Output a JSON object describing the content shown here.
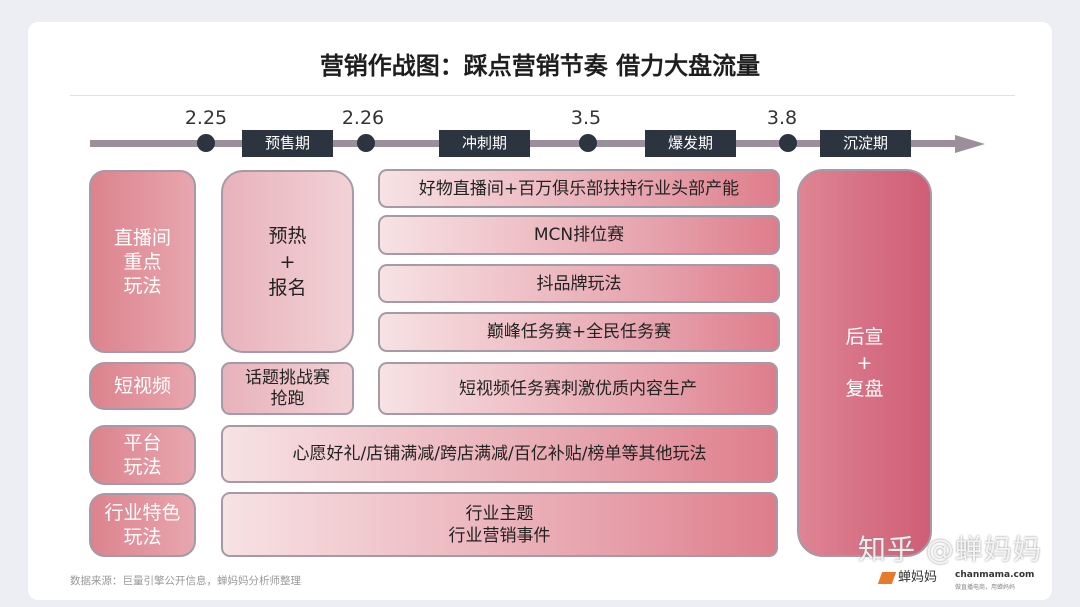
{
  "title": "营销作战图：踩点营销节奏 借力大盘流量",
  "timeline": {
    "dates": [
      "2.25",
      "2.26",
      "3.5",
      "3.8"
    ],
    "phases": [
      "预售期",
      "冲刺期",
      "爆发期",
      "沉淀期"
    ]
  },
  "categories": {
    "live": [
      "直播间",
      "重点",
      "玩法"
    ],
    "video": "短视频",
    "platform": [
      "平台",
      "玩法"
    ],
    "industry": [
      "行业特色",
      "玩法"
    ]
  },
  "preheat": [
    "预热",
    "+",
    "报名"
  ],
  "topic": [
    "话题挑战赛",
    "抢跑"
  ],
  "live_rows": [
    "好物直播间+百万俱乐部扶持行业头部产能",
    "MCN排位赛",
    "抖品牌玩法",
    "巅峰任务赛+全民任务赛"
  ],
  "video_row": "短视频任务赛刺激优质内容生产",
  "platform_row": "心愿好礼/店铺满减/跨店满减/百亿补贴/榜单等其他玩法",
  "industry_row": [
    "行业主题",
    "行业营销事件"
  ],
  "post": [
    "后宣",
    "+",
    "复盘"
  ],
  "footer": "数据来源：巨量引擎公开信息，蝉妈妈分析师整理",
  "watermark": "知乎 @蝉妈妈",
  "logo": {
    "name": "蝉妈妈",
    "site": "chanmama.com",
    "slogan": "做直播电商，用蝉妈妈"
  }
}
